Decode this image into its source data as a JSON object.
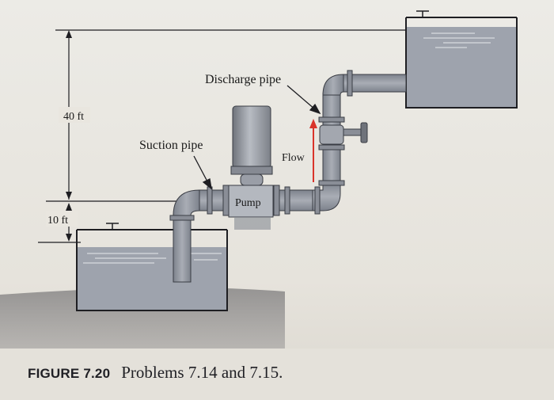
{
  "labels": {
    "height_upper": "40 ft",
    "height_lower": "10 ft",
    "discharge": "Discharge pipe",
    "suction": "Suction pipe",
    "flow": "Flow",
    "pump": "Pump"
  },
  "caption": {
    "figure": "FIGURE 7.20",
    "text": "Problems 7.14 and 7.15."
  },
  "colors": {
    "water": "#9ea3ad",
    "pipe": "#8f949e",
    "flow_arrow": "#d9342b",
    "page": "#e9e6df"
  }
}
